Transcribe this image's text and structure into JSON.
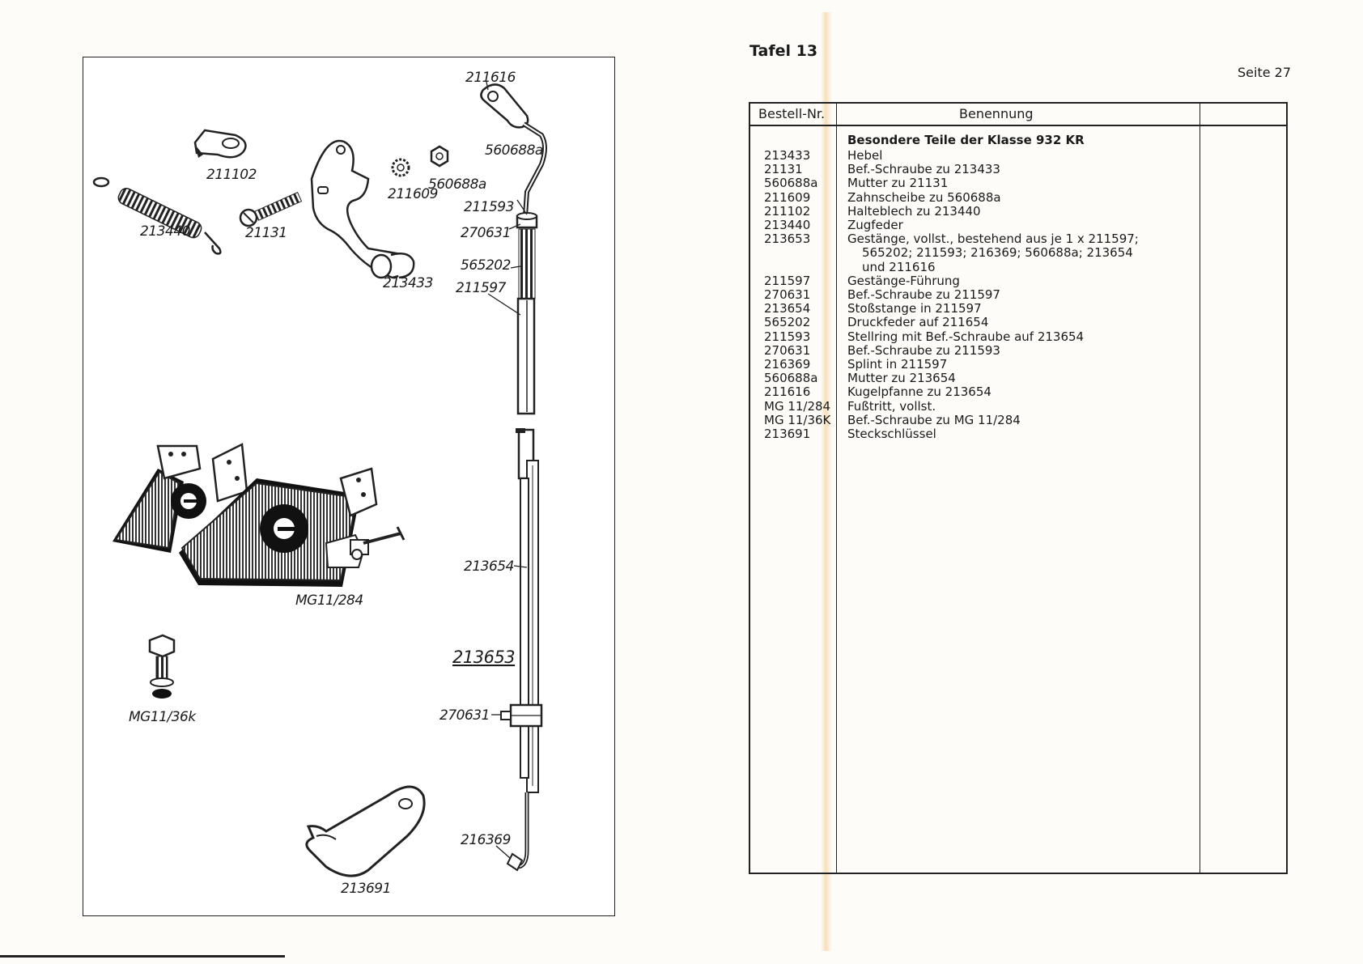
{
  "left_page": {
    "labels": {
      "p211616": "211616",
      "p560688a_top": "560688a",
      "p211102": "211102",
      "p211609": "211609",
      "p560688a_nut": "560688a",
      "p211593": "211593",
      "p213440": "213440",
      "p21131": "21131",
      "p270631_top": "270631",
      "p565202": "565202",
      "p213433": "213433",
      "p211597": "211597",
      "p213654": "213654",
      "pMG11_284": "MG11/284",
      "pMG11_36k": "MG11/36k",
      "p213653": "213653",
      "p270631_bottom": "270631",
      "p216369": "216369",
      "p213691": "213691"
    }
  },
  "right_page": {
    "tafel": "Tafel 13",
    "seite": "Seite 27",
    "header": {
      "nr": "Bestell-Nr.",
      "benennung": "Benennung"
    },
    "section_title": "Besondere Teile der Klasse 932 KR",
    "rows": [
      {
        "nr": "213433",
        "name": "Hebel"
      },
      {
        "nr": "21131",
        "name": "Bef.-Schraube zu 213433"
      },
      {
        "nr": "560688a",
        "name": "Mutter zu 21131"
      },
      {
        "nr": "211609",
        "name": "Zahnscheibe zu 560688a"
      },
      {
        "nr": "211102",
        "name": "Halteblech zu 213440"
      },
      {
        "nr": "213440",
        "name": "Zugfeder"
      },
      {
        "nr": "213653",
        "name": "Gestänge, vollst., bestehend aus je 1 x 211597;",
        "name2": "565202; 211593; 216369; 560688a; 213654",
        "name3": "und 211616"
      },
      {
        "nr": "211597",
        "name": "Gestänge-Führung"
      },
      {
        "nr": "270631",
        "name": "Bef.-Schraube zu 211597"
      },
      {
        "nr": "213654",
        "name": "Stoßstange in 211597"
      },
      {
        "nr": "565202",
        "name": "Druckfeder auf 211654"
      },
      {
        "nr": "211593",
        "name": "Stellring mit Bef.-Schraube auf 213654"
      },
      {
        "nr": "270631",
        "name": "Bef.-Schraube zu 211593"
      },
      {
        "nr": "216369",
        "name": "Splint in 211597"
      },
      {
        "nr": "560688a",
        "name": "Mutter zu 213654"
      },
      {
        "nr": "211616",
        "name": "Kugelpfanne zu 213654"
      },
      {
        "nr": "MG 11/284",
        "name": "Fußtritt, vollst."
      },
      {
        "nr": "MG 11/36K",
        "name": "Bef.-Schraube zu MG 11/284"
      },
      {
        "nr": "213691",
        "name": "Steckschlüssel"
      }
    ]
  }
}
